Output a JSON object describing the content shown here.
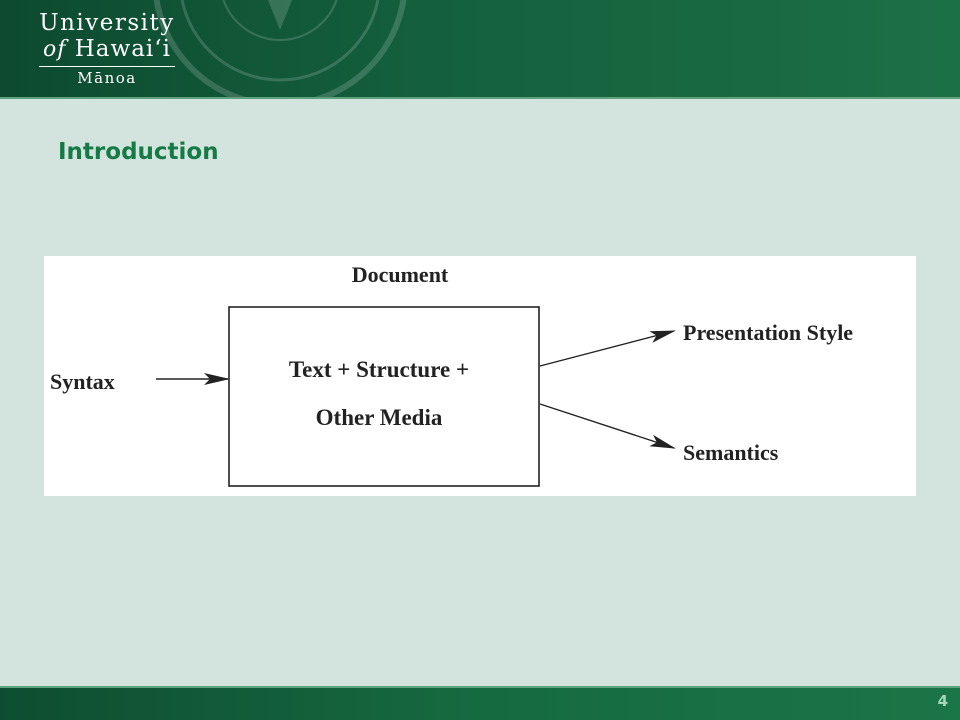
{
  "header": {
    "logo": {
      "line1": "University",
      "line2_of": "of",
      "line2_name": "Hawaiʻi",
      "line3": "Mānoa"
    }
  },
  "slide": {
    "title": "Introduction",
    "page_number": "4"
  },
  "diagram": {
    "title": "Document",
    "input_label": "Syntax",
    "box_line1": "Text + Structure +",
    "box_line2": "Other Media",
    "output_top": "Presentation Style",
    "output_bottom": "Semantics"
  },
  "colors": {
    "header_green": "#14603d",
    "background": "#d2e4dd",
    "title_green": "#157a45",
    "page_number": "#a6d7b8"
  }
}
